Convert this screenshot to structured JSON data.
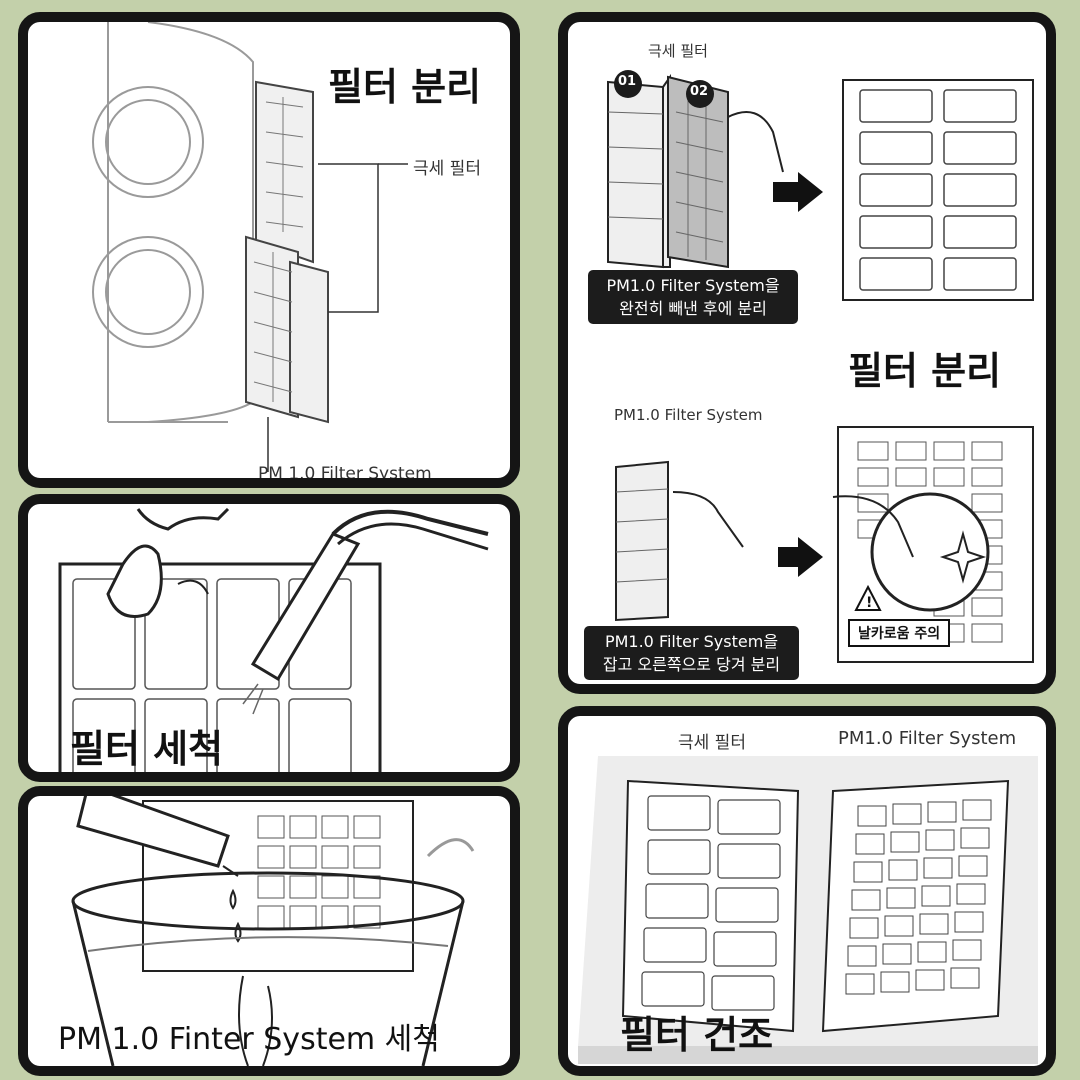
{
  "panel_top_left": {
    "title": "필터 분리",
    "fine_filter_label": "극세 필터",
    "pm_label": "PM 1.0 Filter System"
  },
  "panel_right": {
    "top_caption": "극세 필터",
    "badge_1": "01",
    "badge_2": "02",
    "instruction_1_line1": "PM1.0 Filter System을",
    "instruction_1_line2": "완전히 빼낸 후에 분리",
    "title": "필터 분리",
    "pm_caption": "PM1.0 Filter System",
    "instruction_2_line1": "PM1.0 Filter System을",
    "instruction_2_line2": "잡고 오른쪽으로 당겨 분리",
    "warning": "날카로움 주의"
  },
  "panel_wash": {
    "title": "필터 세척"
  },
  "panel_pm_wash": {
    "title": "PM 1.0 Finter System 세척"
  },
  "panel_dry": {
    "fine_filter_label": "극세 필터",
    "pm_label": "PM1.0 Filter System",
    "title": "필터 건조"
  },
  "colors": {
    "background": "#c3d0aa",
    "panel_border": "#151515",
    "label_bg": "#1c1c1c"
  }
}
